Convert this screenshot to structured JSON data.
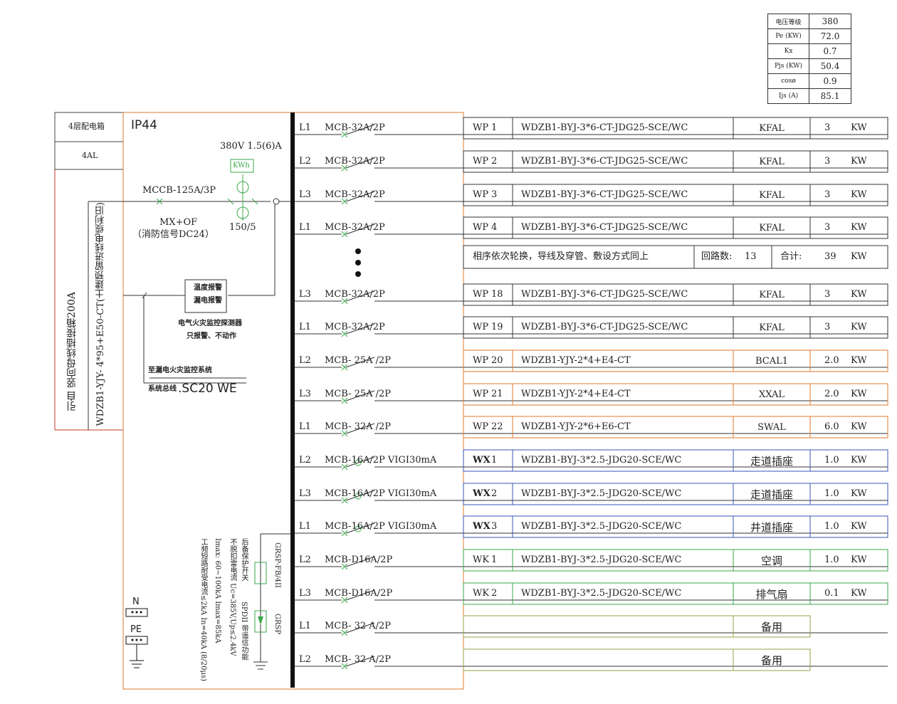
{
  "params": [
    {
      "k": "电压等级",
      "v": "380"
    },
    {
      "k": "Pe (KW)",
      "v": "72.0"
    },
    {
      "k": "Kx",
      "v": "0.7"
    },
    {
      "k": "Pjs (KW)",
      "v": "50.4"
    },
    {
      "k": "cosø",
      "v": "0.9"
    },
    {
      "k": "Ijs (A)",
      "v": "85.1"
    }
  ],
  "panel": {
    "name": "4层配电箱",
    "code": "4AL",
    "ip": "IP44",
    "source_text": "引自 竖向母线插接箱200A",
    "cable_text": "WDZB1-YJY- 4*95+E50-CT(土建预留进线电缆利旧)",
    "meter_text": "380V 1.5(6)A",
    "meter_unit": "KWh",
    "ct_text": "150/5",
    "main_breaker": "MCCB-125A/3P",
    "shunt": "MX+OF",
    "fire_signal": "（消防信号DC24）",
    "alarm1": "温度报警",
    "alarm2": "漏电报警",
    "detector1": "电气火灾监控探测器",
    "detector2": "只报警、不动作",
    "monitor": "至漏电火灾监控系统",
    "bus_label": "系统总线",
    "bus_spec": ".SC20 WE",
    "spd_label1": "GRSP-FB/4II",
    "spd_label2": "GRSP",
    "spd_desc1": "后备保护开关",
    "spd_desc2": "不脱扣雷电流 Uc=385V,Up≤2.4kV",
    "spd_desc3": "SPDII 带遥信功能",
    "spd_desc4": "Imax: 60~100kA    Imax=85kA",
    "spd_desc5": "工频短路耐受电流≤2kA  In=40kA (8/20μs)",
    "n_label": "N",
    "pe_label": "PE"
  },
  "summary": {
    "text": "相序依次轮换，导线及穿管、敷设方式同上",
    "count_label": "回路数:",
    "count": "13",
    "total_label": "合计:",
    "total": "39",
    "unit": "KW"
  },
  "circuits": [
    {
      "phase": "L1",
      "breaker": "MCB-32A/2P",
      "code": "WP",
      "num": "1",
      "cable": "WDZB1-BYJ-3*6-CT-JDG25-SCE/WC",
      "load": "KFAL",
      "power": "3",
      "unit": "KW",
      "color": "#333"
    },
    {
      "phase": "L2",
      "breaker": "MCB-32A/2P",
      "code": "WP",
      "num": "2",
      "cable": "WDZB1-BYJ-3*6-CT-JDG25-SCE/WC",
      "load": "KFAL",
      "power": "3",
      "unit": "KW",
      "color": "#333"
    },
    {
      "phase": "L3",
      "breaker": "MCB-32A/2P",
      "code": "WP",
      "num": "3",
      "cable": "WDZB1-BYJ-3*6-CT-JDG25-SCE/WC",
      "load": "KFAL",
      "power": "3",
      "unit": "KW",
      "color": "#333"
    },
    {
      "phase": "L1",
      "breaker": "MCB-32A/2P",
      "code": "WP",
      "num": "4",
      "cable": "WDZB1-BYJ-3*6-CT-JDG25-SCE/WC",
      "load": "KFAL",
      "power": "3",
      "unit": "KW",
      "color": "#333"
    },
    {
      "phase": "L3",
      "breaker": "MCB-32A/2P",
      "code": "WP",
      "num": "18",
      "cable": "WDZB1-BYJ-3*6-CT-JDG25-SCE/WC",
      "load": "KFAL",
      "power": "3",
      "unit": "KW",
      "color": "#333"
    },
    {
      "phase": "L1",
      "breaker": "MCB-32A/2P",
      "code": "WP",
      "num": "19",
      "cable": "WDZB1-BYJ-3*6-CT-JDG25-SCE/WC",
      "load": "KFAL",
      "power": "3",
      "unit": "KW",
      "color": "#333"
    },
    {
      "phase": "L2",
      "breaker": "MCB- 25A /2P",
      "code": "WP",
      "num": "20",
      "cable": "WDZB1-YJY-2*4+E4-CT",
      "load": "BCAL1",
      "power": "2.0",
      "unit": "KW",
      "color": "#e07a2e"
    },
    {
      "phase": "L3",
      "breaker": "MCB- 25A /2P",
      "code": "WP",
      "num": "21",
      "cable": "WDZB1-YJY-2*4+E4-CT",
      "load": "XXAL",
      "power": "2.0",
      "unit": "KW",
      "color": "#e07a2e"
    },
    {
      "phase": "L1",
      "breaker": "MCB- 32A /2P",
      "code": "WP",
      "num": "22",
      "cable": "WDZB1-YJY-2*6+E6-CT",
      "load": "SWAL",
      "power": "6.0",
      "unit": "KW",
      "color": "#e07a2e"
    },
    {
      "phase": "L2",
      "breaker": "MCB-16A/2P VIGI30mA",
      "code": "WX",
      "num": "1",
      "cable": "WDZB1-BYJ-3*2.5-JDG20-SCE/WC",
      "load": "走道插座",
      "power": "1.0",
      "unit": "KW",
      "color": "#3a55b4"
    },
    {
      "phase": "L3",
      "breaker": "MCB-16A/2P VIGI30mA",
      "code": "WX",
      "num": "2",
      "cable": "WDZB1-BYJ-3*2.5-JDG20-SCE/WC",
      "load": "走道插座",
      "power": "1.0",
      "unit": "KW",
      "color": "#3a55b4"
    },
    {
      "phase": "L1",
      "breaker": "MCB-16A/2P VIGI30mA",
      "code": "WX",
      "num": "3",
      "cable": "WDZB1-BYJ-3*2.5-JDG20-SCE/WC",
      "load": "井道插座",
      "power": "1.0",
      "unit": "KW",
      "color": "#3a55b4"
    },
    {
      "phase": "L2",
      "breaker": "MCB-D16A/2P",
      "code": "WK",
      "num": "1",
      "cable": "WDZB1-BYJ-3*2.5-JDG20-SCE/WC",
      "load": "空调",
      "power": "1.0",
      "unit": "KW",
      "color": "#3aa84a"
    },
    {
      "phase": "L3",
      "breaker": "MCB-D16A/2P",
      "code": "WK",
      "num": "2",
      "cable": "WDZB1-BYJ-3*2.5-JDG20-SCE/WC",
      "load": "排气扇",
      "power": "0.1",
      "unit": "KW",
      "color": "#3aa84a"
    },
    {
      "phase": "L1",
      "breaker": "MCB- 32 A/2P",
      "code": "",
      "num": "",
      "cable": "",
      "load": "备用",
      "power": "",
      "unit": "",
      "color": "#9aa04a"
    },
    {
      "phase": "L2",
      "breaker": "MCB- 32 A/2P",
      "code": "",
      "num": "",
      "cable": "",
      "load": "备用",
      "power": "",
      "unit": "",
      "color": "#9aa04a"
    }
  ],
  "colors": {
    "frame": "#e07a2e",
    "panel_box": "#c0392b",
    "green": "#3aa84a",
    "blue": "#3a55b4"
  }
}
